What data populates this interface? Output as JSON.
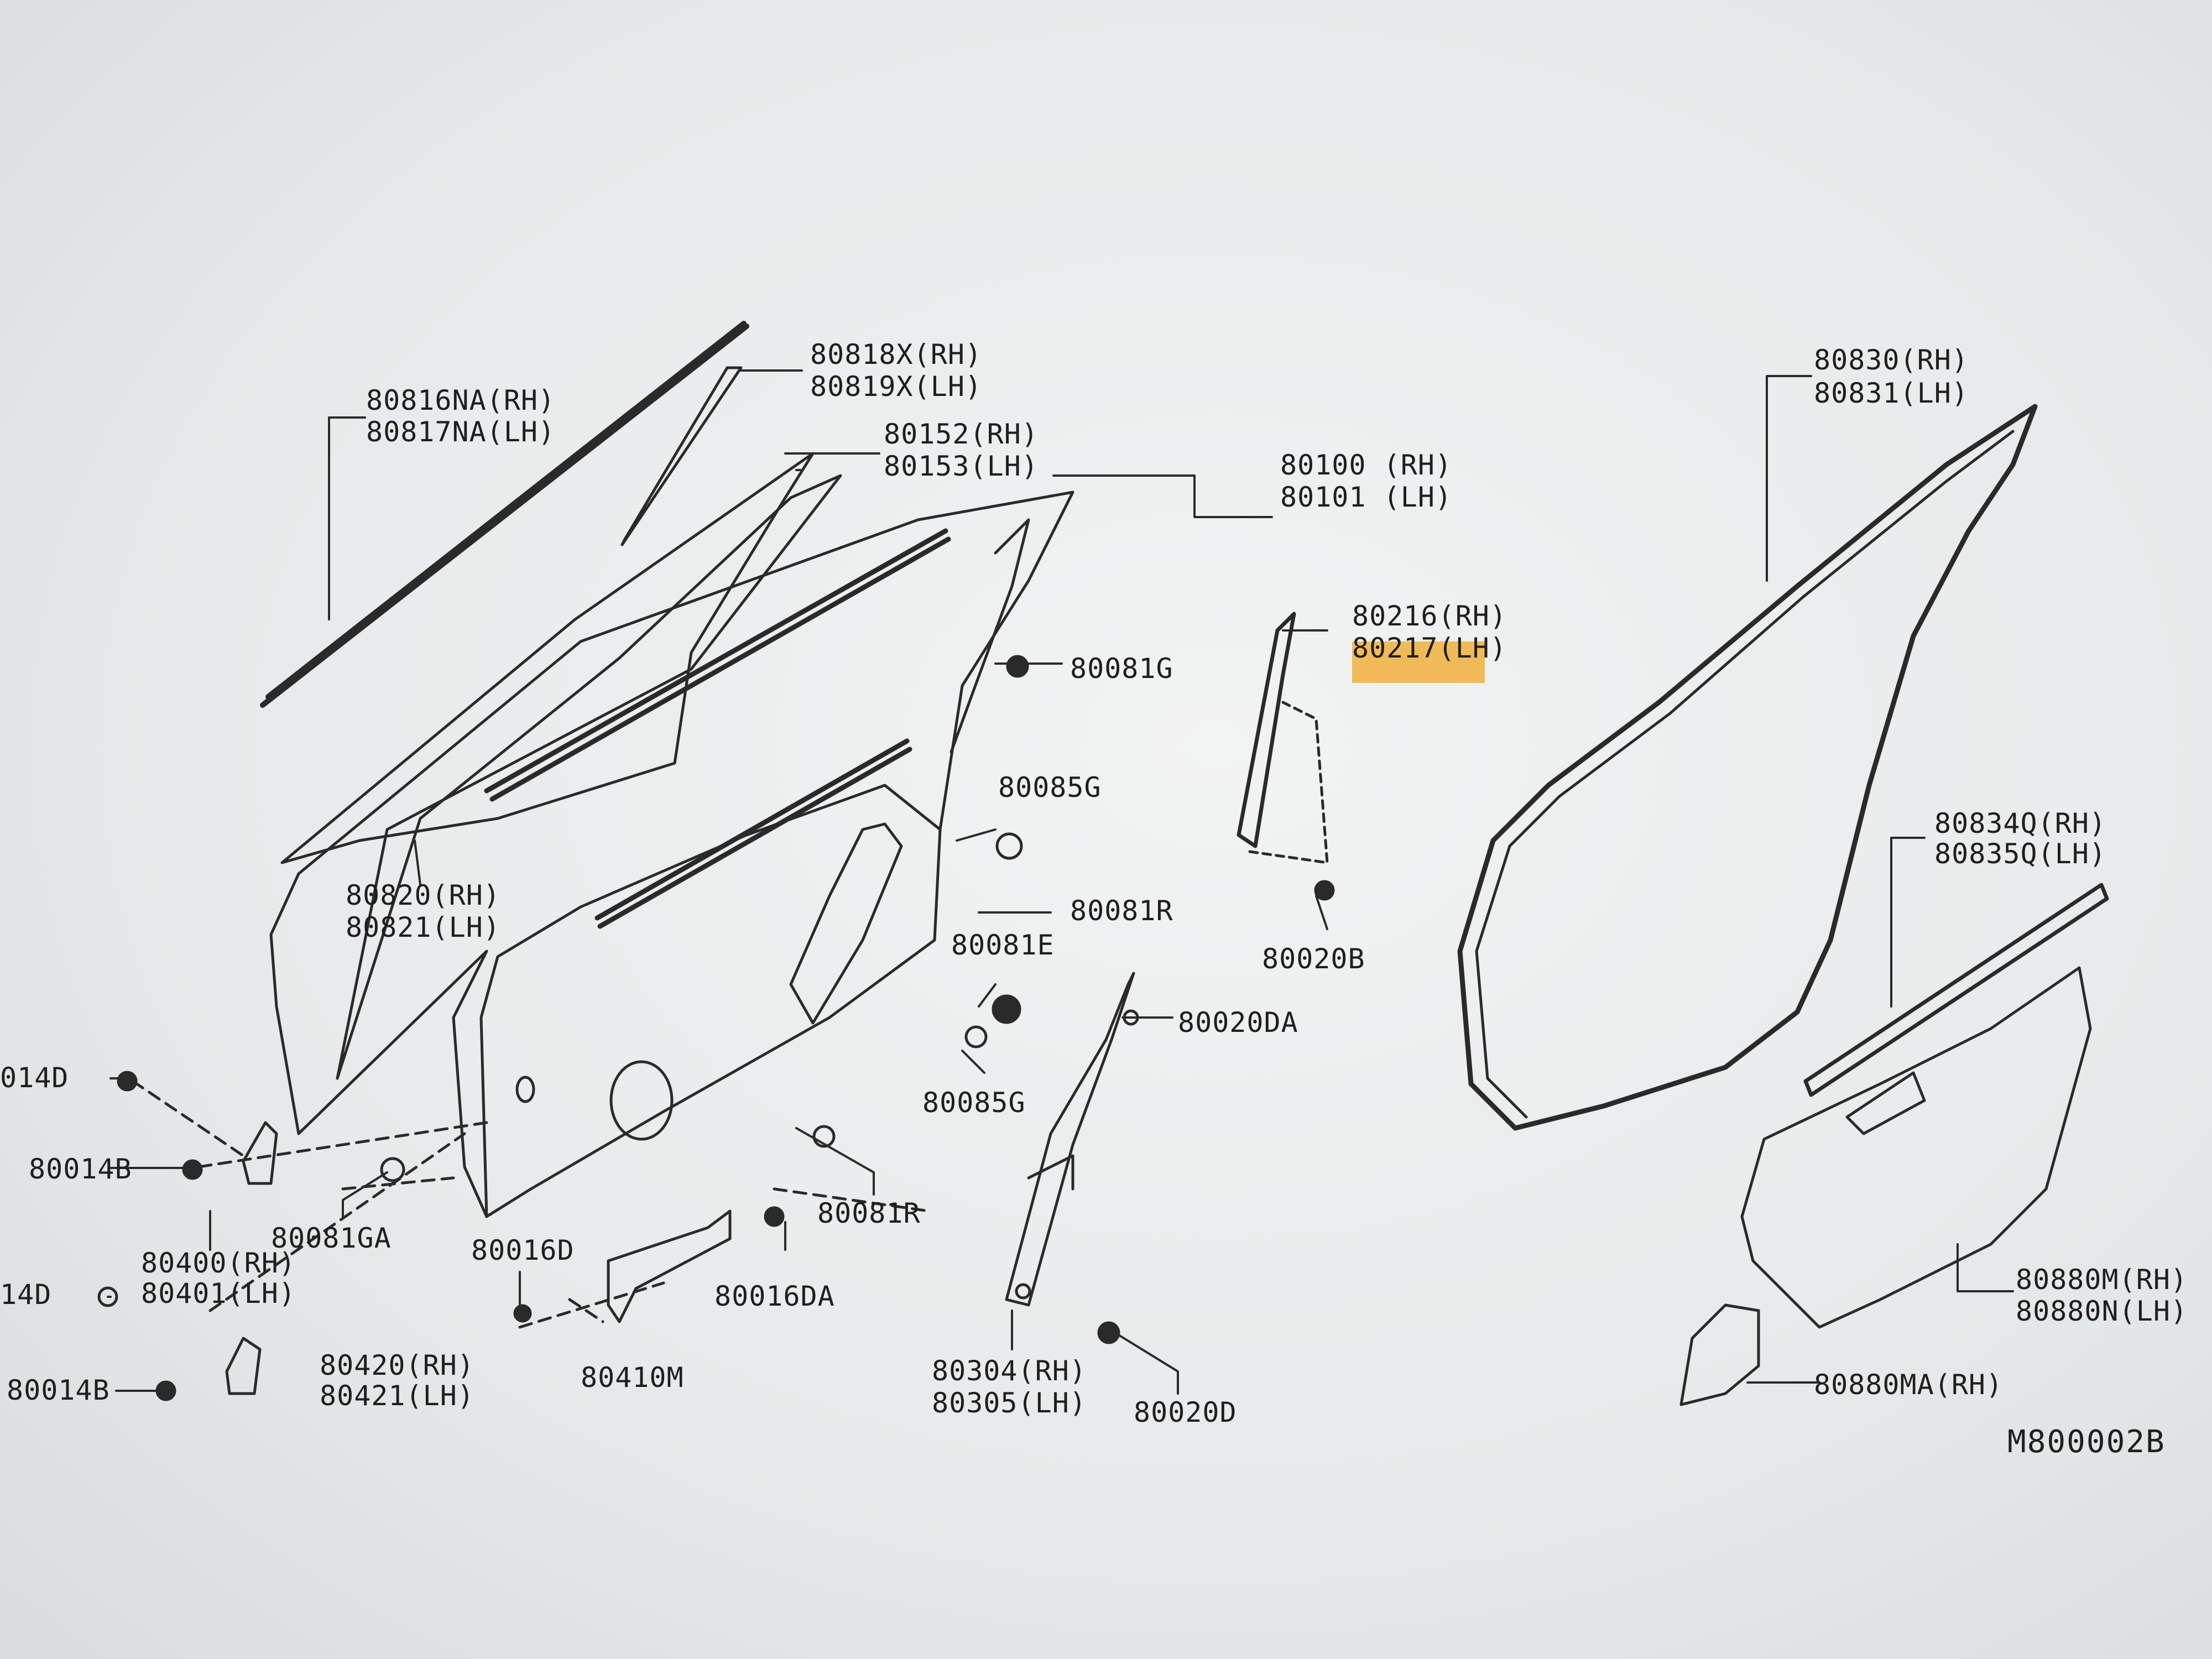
{
  "labels": {
    "p80816NA": "80816NA(RH)",
    "p80817NA": "80817NA(LH)",
    "p80818X": "80818X(RH)",
    "p80819X": "80819X(LH)",
    "p80152": "80152(RH)",
    "p80153": "80153(LH)",
    "p80100": "80100 (RH)",
    "p80101": "80101 (LH)",
    "p80081G": "80081G",
    "p80085G_top": "80085G",
    "p80081R_mid": "80081R",
    "p80081E": "80081E",
    "p80085G_low": "80085G",
    "p80081R_low": "80081R",
    "p80820": "80820(RH)",
    "p80821": "80821(LH)",
    "p80216": "80216(RH)",
    "p80217": "80217(LH)",
    "p80020B": "80020B",
    "p80020DA": "80020DA",
    "p80830": "80830(RH)",
    "p80831": "80831(LH)",
    "p80834Q": "80834Q(RH)",
    "p80835Q": "80835Q(LH)",
    "p80014D_top": "014D",
    "p80014B_top": "80014B",
    "p80081GA": "80081GA",
    "p80400": "80400(RH)",
    "p80401": "80401(LH)",
    "p80014D_low": "14D",
    "p80014B_low": "80014B",
    "p80420": "80420(RH)",
    "p80421": "80421(LH)",
    "p80016D": "80016D",
    "p80410M": "80410M",
    "p80016DA": "80016DA",
    "p80304": "80304(RH)",
    "p80305": "80305(LH)",
    "p80020D": "80020D",
    "p80880M": "80880M(RH)",
    "p80880N": "80880N(LH)",
    "p80880MA": "80880MA(RH)"
  },
  "diagram_ref": "M800002B",
  "highlight_color": "#f0b23c"
}
